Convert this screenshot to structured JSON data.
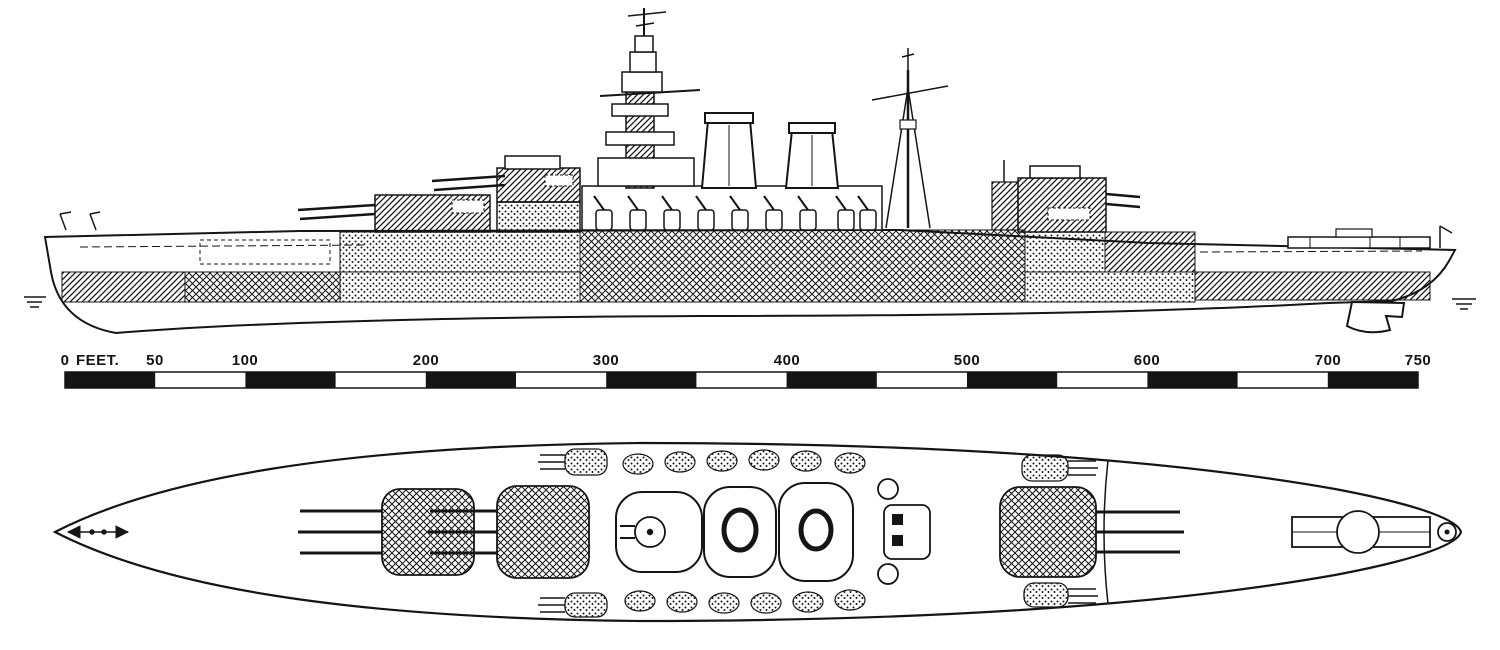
{
  "page": {
    "paper_color": "#ffffff",
    "ink_color": "#151515"
  },
  "diagram": {
    "subject": "warship-side-elevation-and-deck-plan",
    "scale_bar": {
      "zero_label": "0",
      "unit_label": "FEET.",
      "max_feet": 750,
      "segment_feet": 50,
      "ticks": [
        {
          "feet": 50,
          "label": "50"
        },
        {
          "feet": 100,
          "label": "100"
        },
        {
          "feet": 200,
          "label": "200"
        },
        {
          "feet": 300,
          "label": "300"
        },
        {
          "feet": 400,
          "label": "400"
        },
        {
          "feet": 500,
          "label": "500"
        },
        {
          "feet": 600,
          "label": "600"
        },
        {
          "feet": 700,
          "label": "700"
        },
        {
          "feet": 750,
          "label": "750"
        }
      ]
    }
  }
}
